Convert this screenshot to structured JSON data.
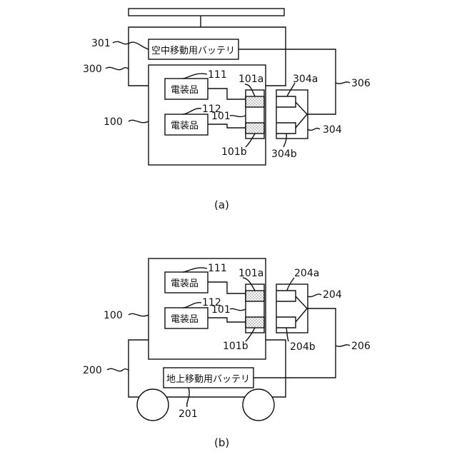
{
  "figure_a": {
    "caption": "(a)",
    "battery_label": "空中移動用バッテリ",
    "device1_label": "電装品",
    "device2_label": "電装品",
    "refs": {
      "r301": "301",
      "r300": "300",
      "r100": "100",
      "r111": "111",
      "r112": "112",
      "r101a": "101a",
      "r101": "101",
      "r101b": "101b",
      "r304a": "304a",
      "r306": "306",
      "r304": "304",
      "r304b": "304b"
    }
  },
  "figure_b": {
    "caption": "(b)",
    "battery_label": "地上移動用バッテリ",
    "device1_label": "電装品",
    "device2_label": "電装品",
    "refs": {
      "r111": "111",
      "r101a": "101a",
      "r204a": "204a",
      "r204": "204",
      "r100": "100",
      "r112": "112",
      "r101": "101",
      "r101b": "101b",
      "r204b": "204b",
      "r206": "206",
      "r200": "200",
      "r201": "201"
    }
  },
  "colors": {
    "line": "#111111",
    "background": "#ffffff"
  }
}
